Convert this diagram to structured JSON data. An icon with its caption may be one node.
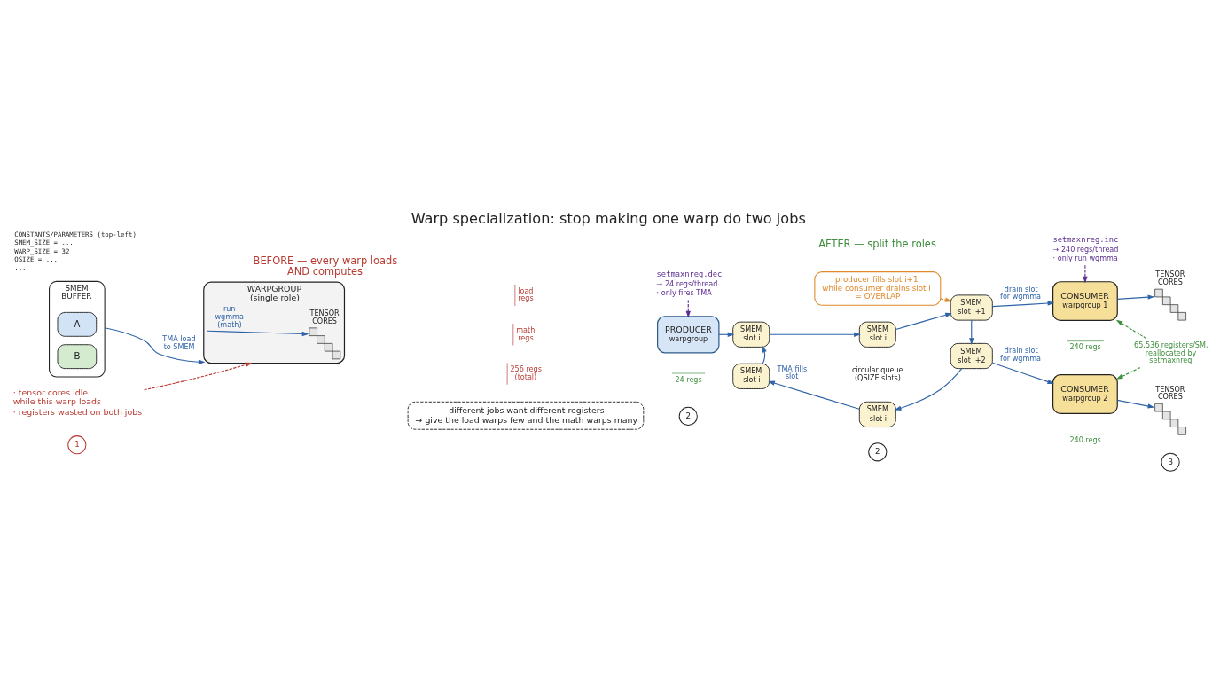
{
  "diagram": {
    "title": "Warp specialization: stop making one warp do two jobs",
    "nodes": [
      {
        "text": [
          "SMEM BUFFER"
        ]
      },
      {
        "text": [
          "A"
        ],
        "in": 0
      },
      {
        "text": [
          "B"
        ],
        "in": 0
      },
      {
        "text": [
          "WARPGROUP (single role)"
        ]
      },
      {
        "text": [
          "TENSOR CORES"
        ],
        "in": 3
      },
      {
        "text": [
          "· tensor cores idle while this warp loads",
          "· registers wasted on both jobs"
        ]
      },
      {
        "text": [
          "1"
        ]
      },
      {
        "text": [
          "setmaxnreg.dec",
          "→ 24 regs/thread",
          "· only fires TMA"
        ]
      },
      {
        "text": [
          "producer fills slot i+1 while consumer drains slot i = OVERLAP"
        ]
      },
      {
        "text": [
          "setmaxnreg.inc",
          "→ 240 regs/thread",
          "· only run wgmma"
        ]
      },
      {
        "text": [
          "PRODUCER",
          "warpgroup"
        ]
      },
      {
        "text": [
          "SMEM",
          "slot i"
        ]
      },
      {
        "text": [
          "SMEM",
          "slot i"
        ]
      },
      {
        "text": [
          "SMEM",
          "slot i+1"
        ]
      },
      {
        "text": [
          "CONSUMER",
          "warpgroup 1"
        ]
      },
      {
        "text": [
          "TENSOR CORES"
        ]
      },
      {
        "text": [
          "65,536 registers/SM, reallocated by setmaxnreg"
        ]
      },
      {
        "text": [
          "SMEM",
          "slot i"
        ]
      },
      {
        "text": [
          "SMEM",
          "slot i+2"
        ]
      },
      {
        "text": [
          "SMEM",
          "slot i"
        ]
      },
      {
        "text": [
          "CONSUMER",
          "warpgroup 2"
        ]
      },
      {
        "text": [
          "TENSOR CORES"
        ]
      },
      {
        "text": [
          "2"
        ]
      },
      {
        "text": [
          "2"
        ]
      },
      {
        "text": [
          "3"
        ]
      },
      {
        "text": [
          "different jobs want different registers",
          "→ give the load warps few and the math warps many"
        ]
      }
    ],
    "edges": [
      {
        "from": 0,
        "to": 3,
        "label": "TMA load to SMEM",
        "arrow": "to"
      },
      {
        "from": 3,
        "to": 4,
        "label": "run wgmma (math)",
        "arrow": "to"
      },
      {
        "from": 5,
        "to": 3,
        "arrow": "to",
        "style": "dashed",
        "color": "#b83a32"
      },
      {
        "from": 7,
        "to": 10,
        "arrow": "to",
        "style": "dashed",
        "color": "#5b2d90"
      },
      {
        "from": 10,
        "to": 12,
        "arrow": "to"
      },
      {
        "from": 12,
        "to": 11,
        "arrow": "to"
      },
      {
        "from": 11,
        "to": 13,
        "arrow": "to"
      },
      {
        "from": 13,
        "to": 18,
        "arrow": "to"
      },
      {
        "from": 18,
        "to": 19,
        "arrow": "to"
      },
      {
        "from": 19,
        "to": 17,
        "label": "TMA fills slot",
        "arrow": "to"
      },
      {
        "from": 17,
        "to": 12,
        "arrow": "to"
      },
      {
        "from": 8,
        "to": 13,
        "arrow": "to",
        "style": "dashed",
        "color": "#e0892a"
      },
      {
        "from": 9,
        "to": 14,
        "arrow": "to",
        "style": "dashed",
        "color": "#5b2d90"
      },
      {
        "from": 13,
        "to": 14,
        "label": "drain slot for wgmma",
        "arrow": "to"
      },
      {
        "from": 14,
        "to": 15,
        "arrow": "to"
      },
      {
        "from": 16,
        "to": 14,
        "arrow": "to",
        "style": "dashed",
        "color": "#3f8f3f"
      },
      {
        "from": 16,
        "to": 20,
        "arrow": "to",
        "style": "dashed",
        "color": "#3f8f3f"
      },
      {
        "from": 18,
        "to": 20,
        "label": "drain slot for wgmma",
        "arrow": "to"
      },
      {
        "from": 20,
        "to": 21,
        "arrow": "to"
      }
    ],
    "labels": [
      "CONSTANTS/PARAMETERS (top-left)",
      "SMEM_SIZE = ...",
      "WARP_SIZE = 32",
      "QSIZE = ...",
      "...",
      "BEFORE — every warp loads AND computes",
      "AFTER — split the roles",
      "load regs",
      "256 regs (total)",
      "240 regs",
      "circular queue (QSIZE slots)",
      "math regs",
      "24 regs",
      "240 regs"
    ]
  }
}
